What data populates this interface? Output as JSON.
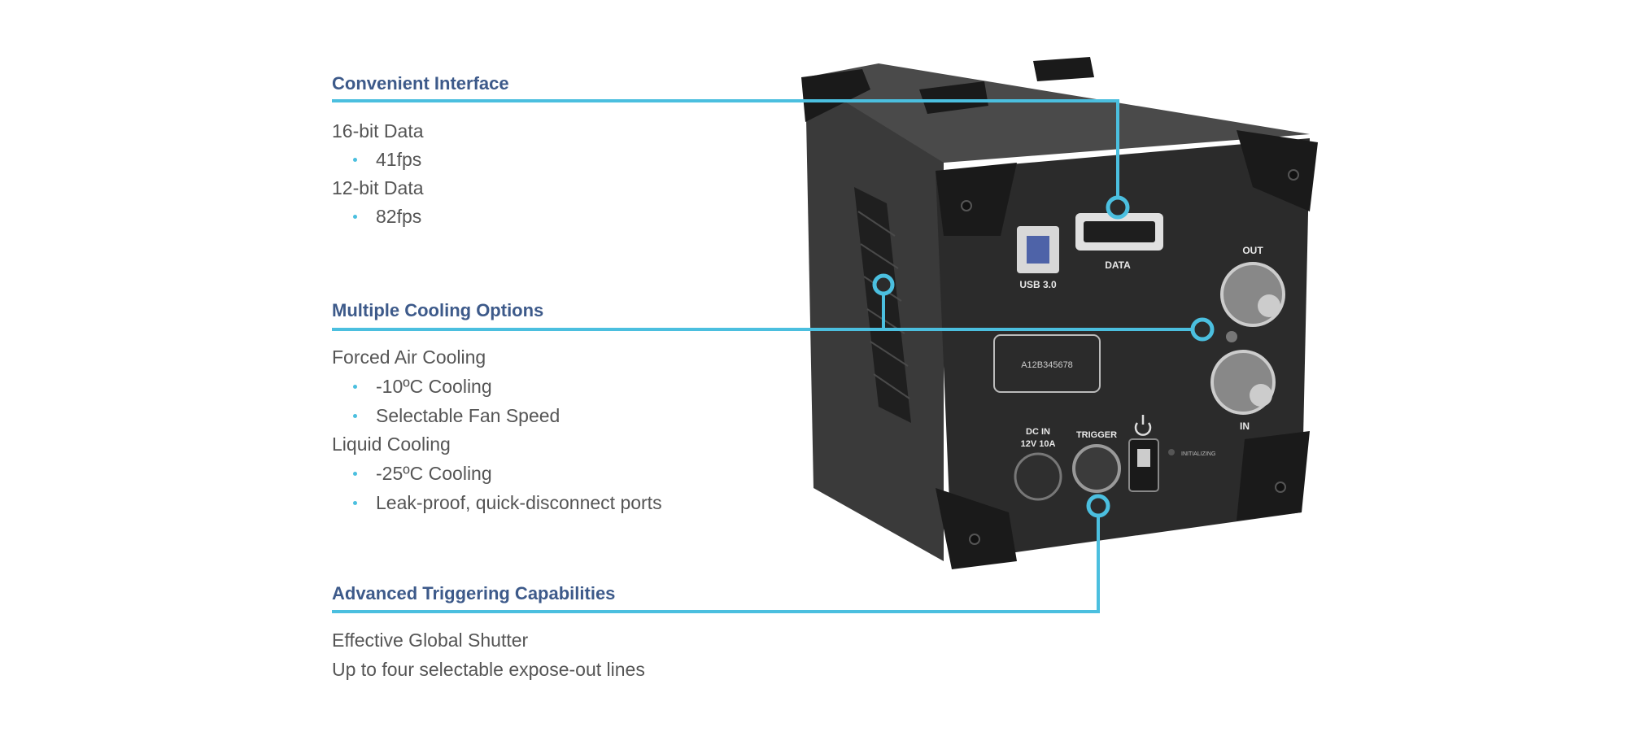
{
  "sections": [
    {
      "heading": "Convenient Interface",
      "lines": [
        {
          "kind": "text",
          "text": "16-bit Data"
        },
        {
          "kind": "bullet",
          "text": "41fps"
        },
        {
          "kind": "text",
          "text": "12-bit Data"
        },
        {
          "kind": "bullet",
          "text": "82fps"
        }
      ]
    },
    {
      "heading": "Multiple Cooling Options",
      "lines": [
        {
          "kind": "text",
          "text": "Forced Air Cooling"
        },
        {
          "kind": "bullet",
          "text": "-10ºC Cooling"
        },
        {
          "kind": "bullet",
          "text": "Selectable Fan Speed"
        },
        {
          "kind": "text",
          "text": "Liquid Cooling"
        },
        {
          "kind": "bullet",
          "text": "-25ºC Cooling"
        },
        {
          "kind": "bullet",
          "text": "Leak-proof, quick-disconnect ports"
        }
      ]
    },
    {
      "heading": "Advanced Triggering Capabilities",
      "lines": [
        {
          "kind": "text",
          "text": "Effective Global Shutter"
        },
        {
          "kind": "text",
          "text": "Up to four selectable expose-out lines"
        }
      ]
    }
  ],
  "device": {
    "port_labels": {
      "usb": "USB 3.0",
      "data": "DATA",
      "out": "OUT",
      "in": "IN",
      "dc": "DC IN",
      "dc_rating": "12V 10A",
      "trigger": "TRIGGER",
      "serial": "A12B345678",
      "power_note": "INITIALIZING"
    }
  },
  "colors": {
    "callout": "#4bbfdf",
    "heading": "#3d5a8a",
    "text": "#555555",
    "device_body": "#2b2b2b"
  }
}
